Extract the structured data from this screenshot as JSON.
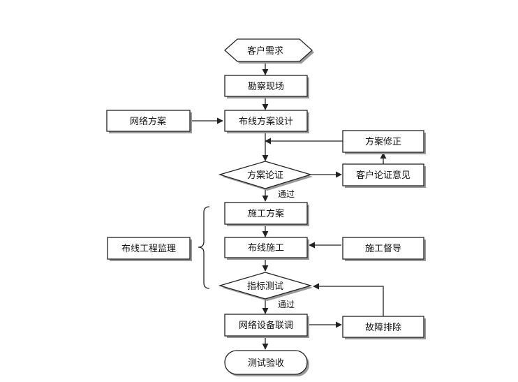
{
  "diagram": {
    "nodes": {
      "customer_demand": "客户需求",
      "site_survey": "勘察现场",
      "cabling_design": "布线方案设计",
      "network_plan": "网络方案",
      "plan_revision": "方案修正",
      "plan_review": "方案论证",
      "customer_feedback": "客户论证意见",
      "construction_plan": "施工方案",
      "cabling_construction": "布线施工",
      "supervision": "施工督导",
      "engineering_supervision": "布线工程监理",
      "indicator_test": "指标测试",
      "network_integration": "网络设备联调",
      "troubleshooting": "故障排除",
      "acceptance_test": "测试验收"
    },
    "edge_labels": {
      "review_pass": "通过",
      "test_pass": "通过"
    },
    "colors": {
      "stroke": "#222222",
      "shadow": "#9a9a9a",
      "background": "#ffffff"
    }
  }
}
